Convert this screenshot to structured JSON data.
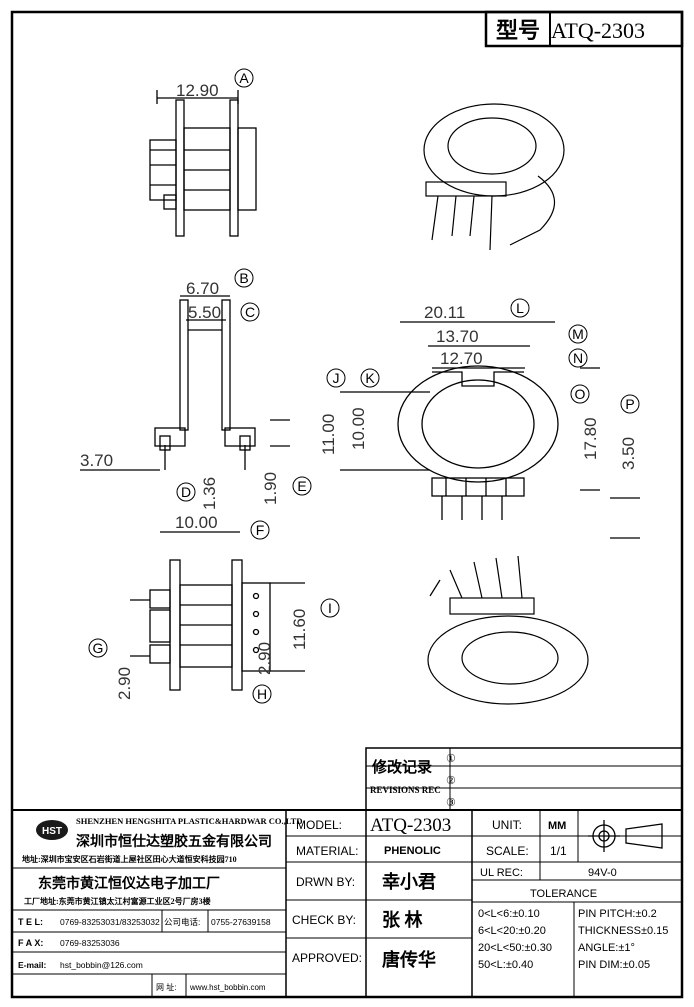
{
  "model_header": {
    "label": "型号",
    "value": "ATQ-2303"
  },
  "dimensions": {
    "a": "12.90",
    "b": "6.70",
    "c": "5.50",
    "d": "1.36",
    "e": "1.90",
    "f": "10.00",
    "g": "2.90",
    "h": "2.90",
    "i": "11.60",
    "j": "11.00",
    "k": "10.00",
    "l": "20.11",
    "m": "13.70",
    "n": "12.70",
    "p": "17.80",
    "q": "3.50",
    "r": "3.70"
  },
  "callouts": [
    "A",
    "B",
    "C",
    "D",
    "E",
    "F",
    "G",
    "H",
    "I",
    "J",
    "K",
    "L",
    "M",
    "N",
    "O",
    "P"
  ],
  "revisions": {
    "title": "修改记录",
    "subtitle": "REVISIONS REC",
    "marks": [
      "①",
      "②",
      "③"
    ]
  },
  "company": {
    "logo": "HST",
    "name_en": "SHENZHEN HENGSHITA PLASTIC&HARDWAR CO.,LTD",
    "name_cn": "深圳市恒仕达塑胶五金有限公司",
    "addr_1": "地址:深圳市宝安区石岩街道上屋社区田心大道恒安科技园710",
    "name_cn_2": "东莞市黄江恒仪达电子加工厂",
    "addr_2": "工厂地址:东莞市黄江镇太江村富源工业区2号厂房3楼",
    "tel_label": "T E L:",
    "tel": "0769-83253031/83253032",
    "phone_label": "公司电话:",
    "phone": "0755-27639158",
    "fax_label": "F A X:",
    "fax": "0769-83253036",
    "email_label": "E-mail:",
    "email": "hst_bobbin@126.com",
    "web_label": "网 址:",
    "web": "www.hst_bobbin.com"
  },
  "info": {
    "model_label": "MODEL:",
    "model": "ATQ-2303",
    "material_label": "MATERIAL:",
    "material": "PHENOLIC",
    "drawn_label": "DRWN BY:",
    "drawn": "幸小君",
    "check_label": "CHECK BY:",
    "check": "张 林",
    "approved_label": "APPROVED:",
    "approved": "唐传华",
    "unit_label": "UNIT:",
    "unit": "MM",
    "scale_label": "SCALE:",
    "scale": "1/1",
    "ul_label": "UL REC:",
    "ul": "94V-0",
    "tolerance_label": "TOLERANCE",
    "tol_1": "0<L<6:±0.10",
    "tol_2": "6<L<20:±0.20",
    "tol_3": "20<L<50:±0.30",
    "tol_4": "50<L:±0.40",
    "pin_pitch": "PIN PITCH:±0.2",
    "thickness": "THICKNESS±0.15",
    "angle": "ANGLE:±1°",
    "pin_dim": "PIN DIM:±0.05"
  }
}
